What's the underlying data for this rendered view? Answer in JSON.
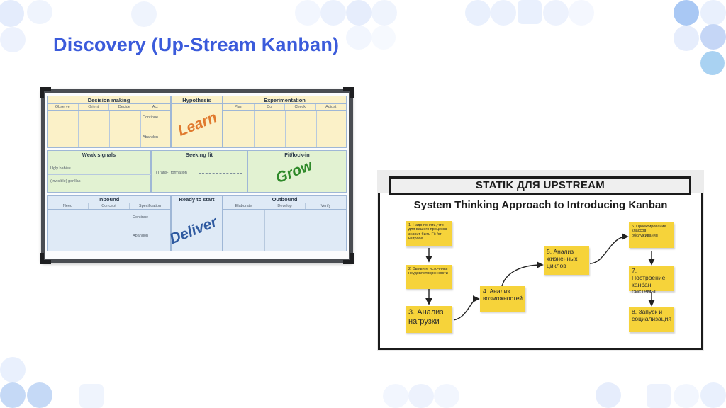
{
  "slide": {
    "title": "Discovery (Up-Stream Kanban)"
  },
  "whiteboard": {
    "decision_making": {
      "header": "Decision making",
      "columns": [
        "Observe",
        "Orient",
        "Decide",
        "Act"
      ],
      "act_items": [
        "Continue",
        "Abandon"
      ]
    },
    "hypothesis": {
      "header": "Hypothesis",
      "handwriting": "Learn"
    },
    "experimentation": {
      "header": "Experimentation",
      "columns": [
        "Plan",
        "Do",
        "Check",
        "Adjust"
      ]
    },
    "weak_signals": {
      "header": "Weak signals",
      "items": [
        "Ugly babies",
        "(Invisible) gorillas"
      ]
    },
    "seeking_fit": {
      "header": "Seeking fit",
      "item": "(Trans-) formation"
    },
    "fit_lock_in": {
      "header": "Fit/lock-in",
      "handwriting": "Grow"
    },
    "inbound": {
      "header": "Inbound",
      "columns": [
        "Need",
        "Concept",
        "Specification"
      ],
      "spec_items": [
        "Continue",
        "Abandon"
      ]
    },
    "ready_to_start": {
      "header": "Ready to start",
      "handwriting": "Deliver"
    },
    "outbound": {
      "header": "Outbound",
      "columns": [
        "Elaborate",
        "Develop",
        "Verify"
      ]
    }
  },
  "statik": {
    "header": "STATIK ДЛЯ UPSTREAM",
    "subtitle": "System Thinking Approach to Introducing Kanban",
    "steps": [
      "1. Надо понять, что для вашего процесса значит быть Fit for Purpose",
      "2. Выявите источники неудовлетворенности",
      "3. Анализ нагрузки",
      "4. Анализ возможностей",
      "5. Анализ жизненных циклов",
      "6. Проектирование классов обслуживания",
      "7. Построение канбан системы",
      "8. Запуск и социализация"
    ]
  },
  "colors": {
    "title": "#3b5bdb",
    "decoration": "#dbe6fb",
    "sticky_note": "#f6d33a",
    "learn": "#e07a2e",
    "grow": "#2f8a2a",
    "deliver": "#2f5aa0"
  }
}
